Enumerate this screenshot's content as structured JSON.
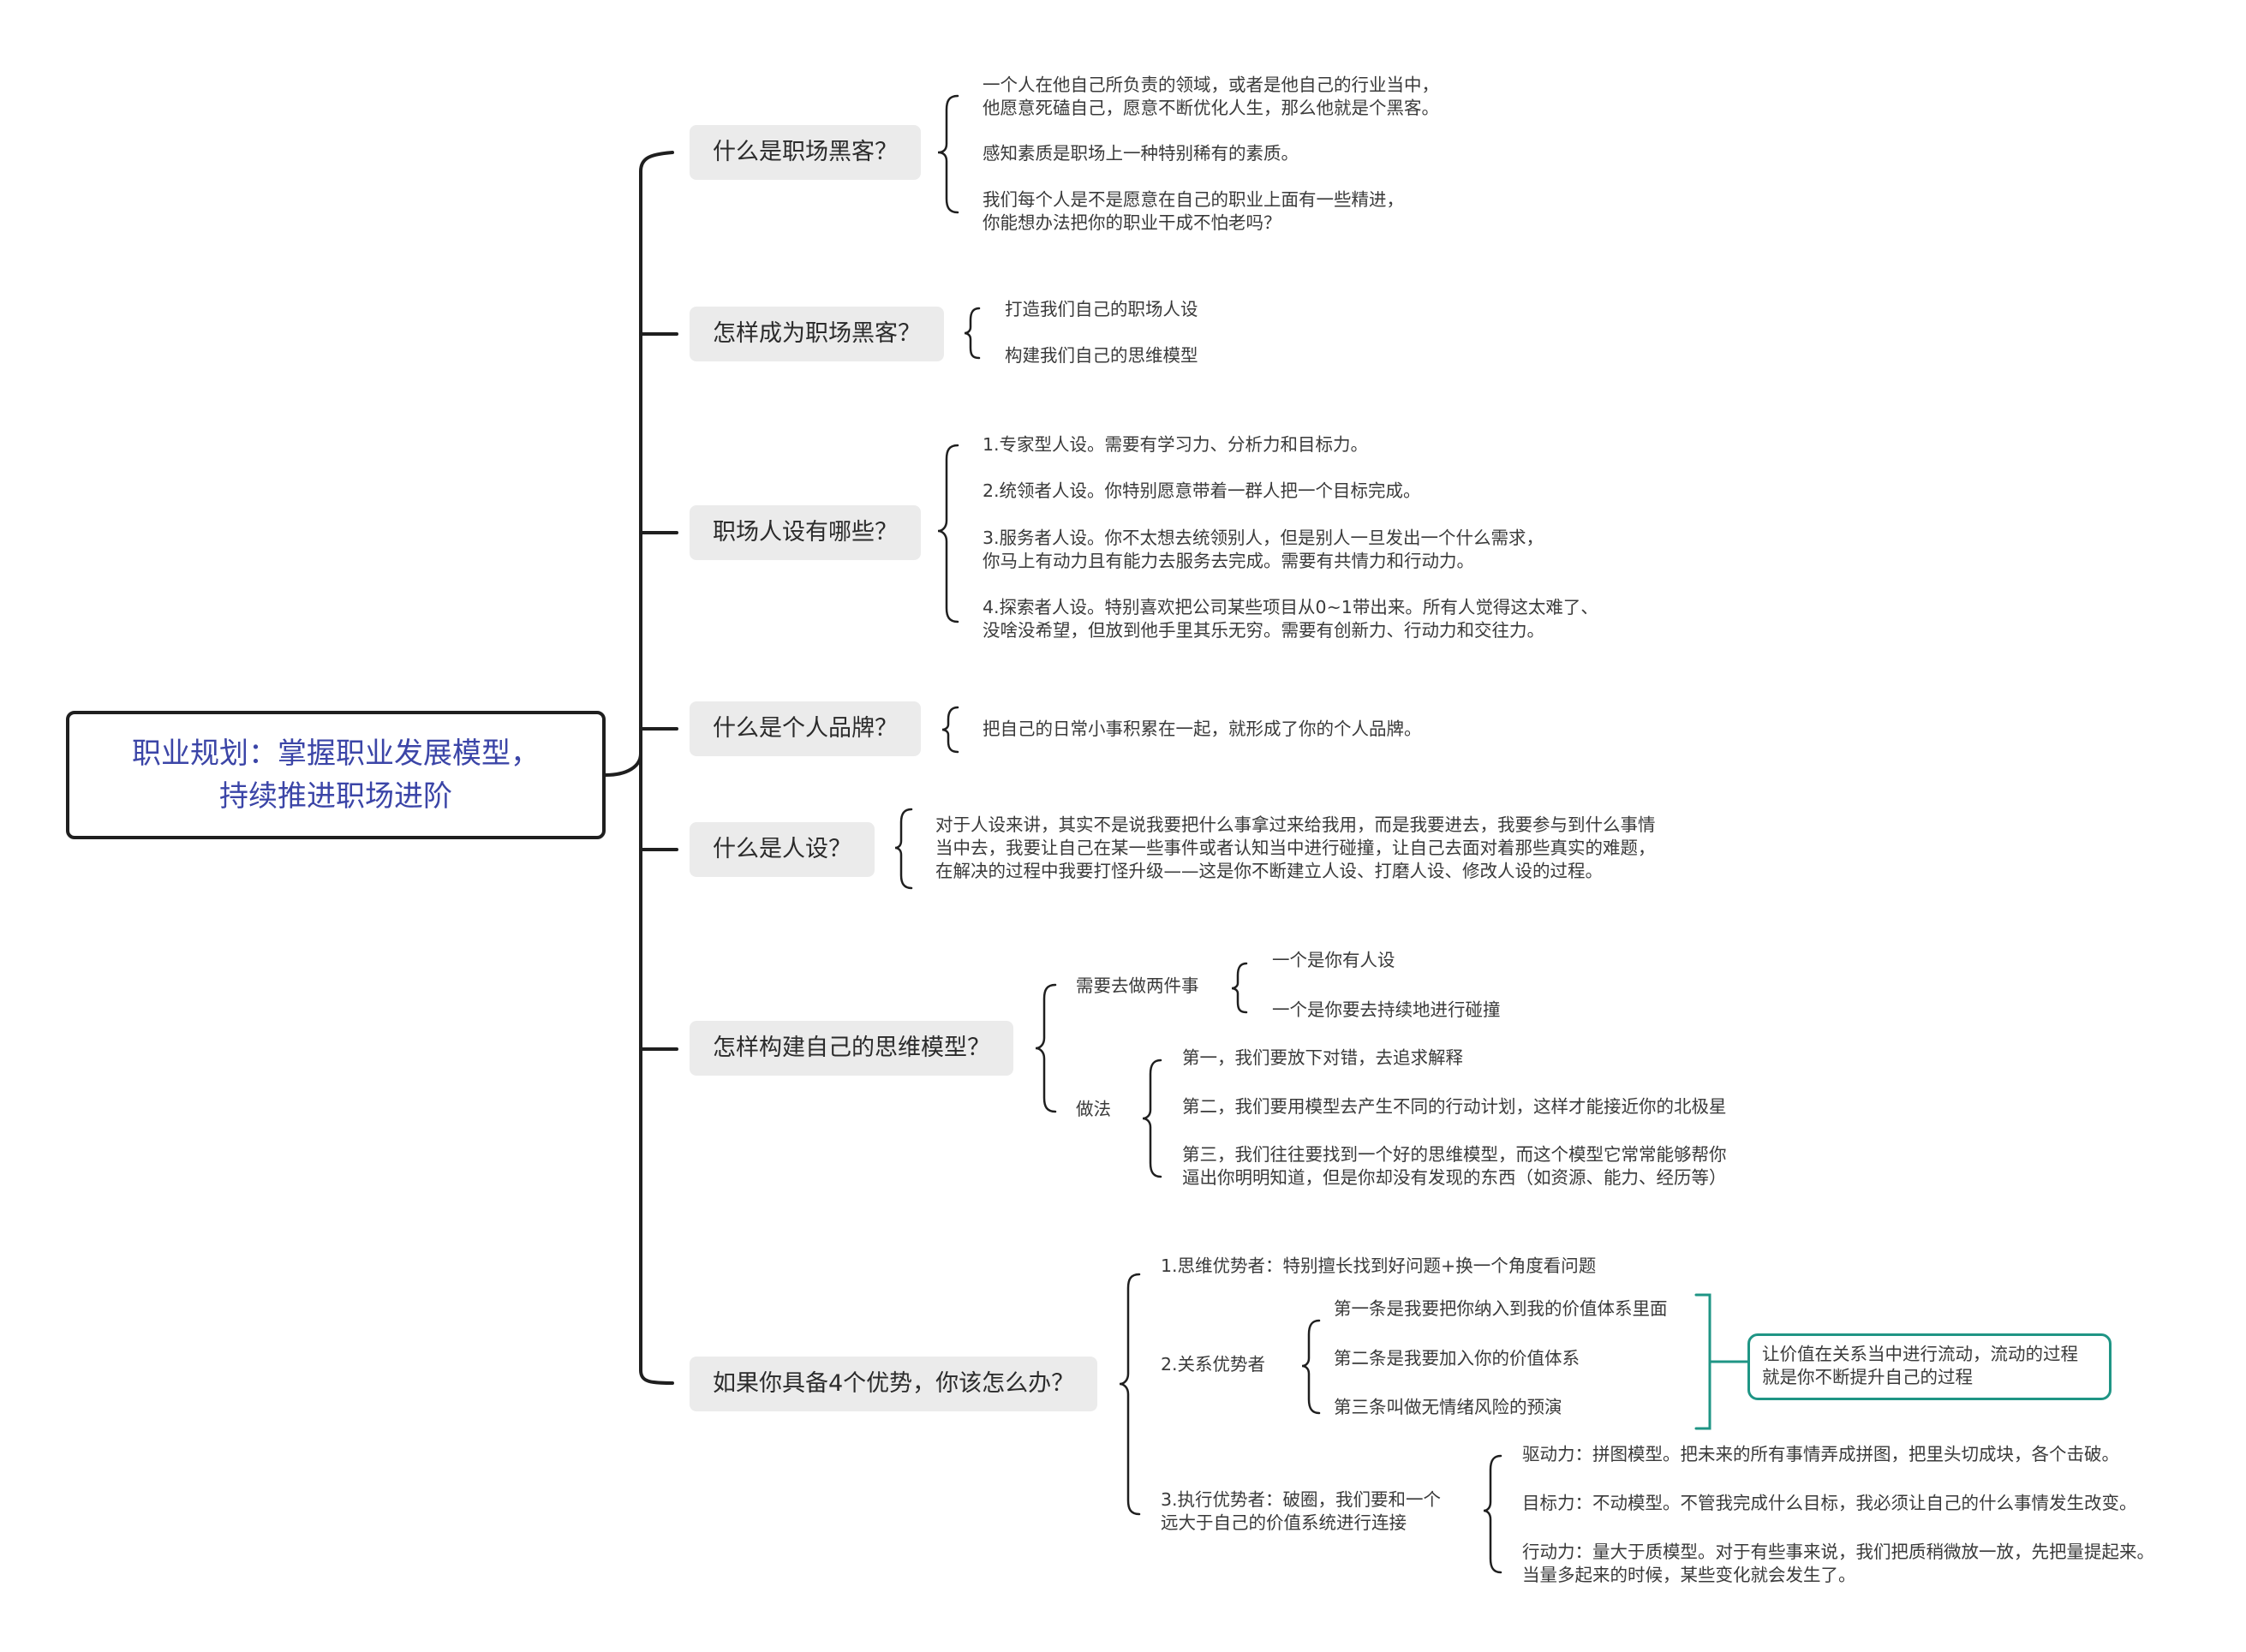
{
  "root": {
    "line1": "职业规划：掌握职业发展模型，",
    "line2": "持续推进职场进阶"
  },
  "topics": {
    "t1": {
      "label": "什么是职场黑客？",
      "items": [
        "一个人在他自己所负责的领域，或者是他自己的行业当中，",
        "他愿意死磕自己，愿意不断优化人生，那么他就是个黑客。",
        "感知素质是职场上一种特别稀有的素质。",
        "我们每个人是不是愿意在自己的职业上面有一些精进，",
        "你能想办法把你的职业干成不怕老吗？"
      ]
    },
    "t2": {
      "label": "怎样成为职场黑客？",
      "items": [
        "打造我们自己的职场人设",
        "构建我们自己的思维模型"
      ]
    },
    "t3": {
      "label": "职场人设有哪些？",
      "items": [
        "1.专家型人设。需要有学习力、分析力和目标力。",
        "2.统领者人设。你特别愿意带着一群人把一个目标完成。",
        "3.服务者人设。你不太想去统领别人，但是别人一旦发出一个什么需求，",
        "你马上有动力且有能力去服务去完成。需要有共情力和行动力。",
        "4.探索者人设。特别喜欢把公司某些项目从0~1带出来。所有人觉得这太难了、",
        "没啥没希望，但放到他手里其乐无穷。需要有创新力、行动力和交往力。"
      ]
    },
    "t4": {
      "label": "什么是个人品牌？",
      "items": [
        "把自己的日常小事积累在一起，就形成了你的个人品牌。"
      ]
    },
    "t5": {
      "label": "什么是人设？",
      "items": [
        "对于人设来讲，其实不是说我要把什么事拿过来给我用，而是我要进去，我要参与到什么事情",
        "当中去，我要让自己在某一些事件或者认知当中进行碰撞，让自己去面对着那些真实的难题，",
        "在解决的过程中我要打怪升级——这是你不断建立人设、打磨人设、修改人设的过程。"
      ]
    },
    "t6": {
      "label": "怎样构建自己的思维模型？",
      "sub1": {
        "label": "需要去做两件事",
        "items": [
          "一个是你有人设",
          "一个是你要去持续地进行碰撞"
        ]
      },
      "sub2": {
        "label": "做法",
        "items": [
          "第一，我们要放下对错，去追求解释",
          "第二，我们要用模型去产生不同的行动计划，这样才能接近你的北极星",
          "第三，我们往往要找到一个好的思维模型，而这个模型它常常能够帮你",
          "逼出你明明知道，但是你却没有发现的东西（如资源、能力、经历等）"
        ]
      }
    },
    "t7": {
      "label": "如果你具备4个优势，你该怎么办？",
      "adv1": "1.思维优势者：特别擅长找到好问题+换一个角度看问题",
      "adv2": {
        "label": "2.关系优势者",
        "items": [
          "第一条是我要把你纳入到我的价值体系里面",
          "第二条是我要加入你的价值体系",
          "第三条叫做无情绪风险的预演"
        ],
        "summary_line1": "让价值在关系当中进行流动，流动的过程",
        "summary_line2": "就是你不断提升自己的过程"
      },
      "adv3": {
        "line1": "3.执行优势者：破圈，我们要和一个",
        "line2": "远大于自己的价值系统进行连接",
        "items": [
          "驱动力：拼图模型。把未来的所有事情弄成拼图，把里头切成块，各个击破。",
          "目标力：不动模型。不管我完成什么目标，我必须让自己的什么事情发生改变。",
          "行动力：量大于质模型。对于有些事来说，我们把质稍微放一放，先把量提起来。",
          "当量多起来的时候，某些变化就会发生了。"
        ]
      }
    }
  },
  "colors": {
    "root_text": "#3b45a7",
    "callout_border": "#1f9585",
    "line": "#1f1f1f"
  }
}
